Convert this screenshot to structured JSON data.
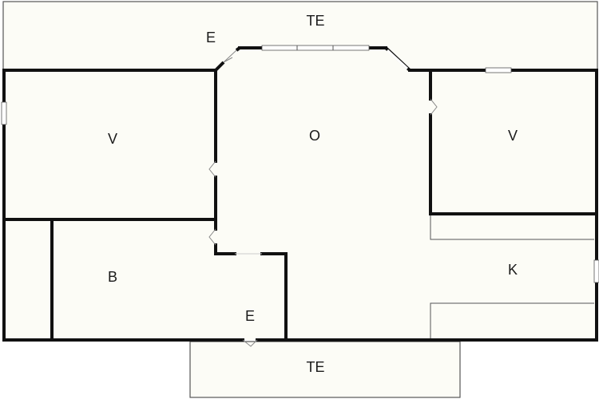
{
  "colors": {
    "floor": "#fcfcf6",
    "wall": "#111111",
    "thin_line": "#555555",
    "door": "#888888",
    "background": "#ffffff"
  },
  "rooms": {
    "terrace_top": "TE",
    "entrance_top": "E",
    "bedroom_left": "V",
    "living": "O",
    "bedroom_right": "V",
    "bathroom": "B",
    "entrance_bottom": "E",
    "kitchen": "K",
    "terrace_bottom": "TE"
  }
}
